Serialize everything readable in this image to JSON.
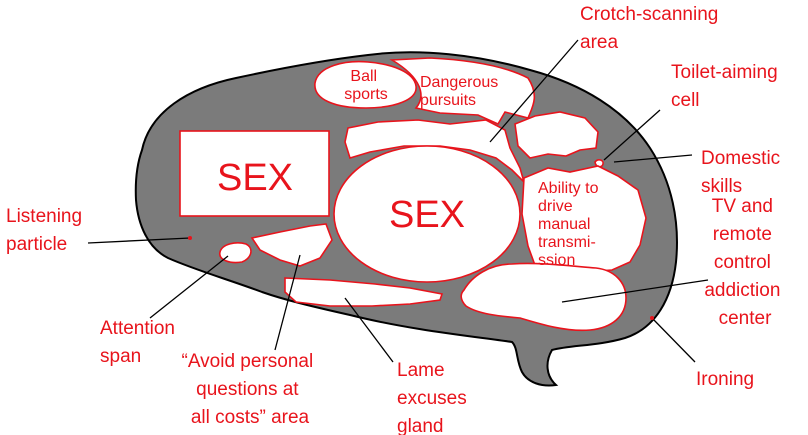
{
  "colors": {
    "brain_fill": "#7b7b7b",
    "brain_outline": "#000000",
    "label_text": "#e8141c",
    "region_fill": "#ffffff"
  },
  "regions": {
    "sex_box": "SEX",
    "sex_oval": "SEX",
    "ball_sports": [
      "Ball",
      "sports"
    ],
    "dangerous_pursuits": [
      "Dangerous",
      "pursuits"
    ],
    "drive_manual": [
      "Ability to",
      "drive",
      "manual",
      "transmi-",
      "ssion"
    ]
  },
  "callouts": {
    "crotch_scanning": [
      "Crotch-scanning",
      "area"
    ],
    "toilet_aiming": [
      "Toilet-aiming",
      "cell"
    ],
    "domestic_skills": [
      "Domestic",
      "skills"
    ],
    "listening_particle": [
      "Listening",
      "particle"
    ],
    "tv_remote": [
      "TV and",
      "remote",
      "control",
      "addiction",
      "center"
    ],
    "attention_span": [
      "Attention",
      "span"
    ],
    "avoid_questions": [
      "“Avoid personal",
      "questions at",
      "all costs” area"
    ],
    "lame_excuses": [
      "Lame",
      "excuses",
      "gland"
    ],
    "ironing": [
      "Ironing"
    ]
  }
}
